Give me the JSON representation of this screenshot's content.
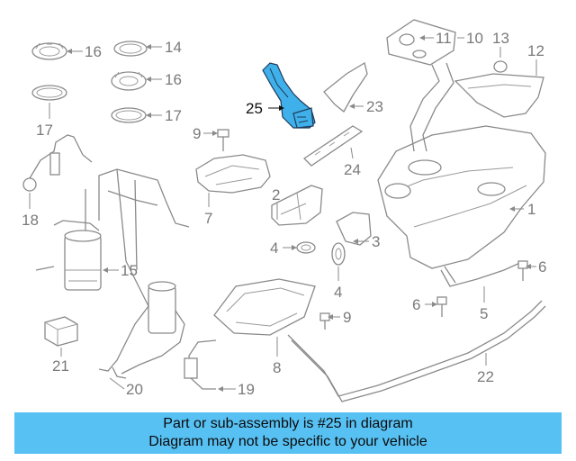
{
  "highlight": {
    "part_number": "25",
    "fill_color": "#3fb0ea"
  },
  "callouts": {
    "c1": "1",
    "c2": "2",
    "c3": "3",
    "c4a": "4",
    "c4b": "4",
    "c5": "5",
    "c6a": "6",
    "c6b": "6",
    "c7": "7",
    "c8": "8",
    "c9a": "9",
    "c9b": "9",
    "c10": "10",
    "c11": "11",
    "c12": "12",
    "c13": "13",
    "c14": "14",
    "c15": "15",
    "c16a": "16",
    "c16b": "16",
    "c17a": "17",
    "c17b": "17",
    "c18": "18",
    "c19": "19",
    "c20": "20",
    "c21": "21",
    "c22": "22",
    "c23": "23",
    "c24": "24"
  },
  "banner": {
    "line1": "Part or sub-assembly is #25 in diagram",
    "line2": "Diagram may not be specific to your vehicle",
    "background": "#58c1f3"
  }
}
